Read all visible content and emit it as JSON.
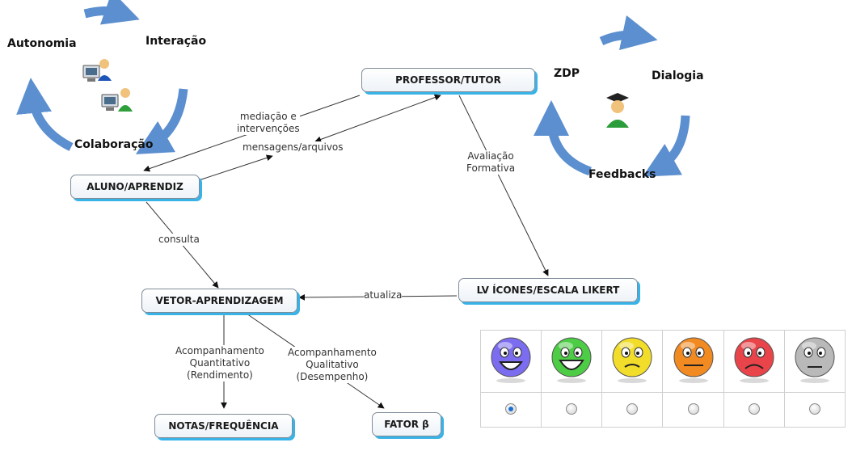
{
  "nodes": {
    "professor": "PROFESSOR/TUTOR",
    "aluno": "ALUNO/APRENDIZ",
    "vetor": "VETOR-APRENDIZAGEM",
    "lv": "LV ÍCONES/ESCALA LIKERT",
    "notas": "NOTAS/FREQUÊNCIA",
    "fator": "FATOR β"
  },
  "edge_labels": {
    "mediacao": "mediação e\nintervenções",
    "mensagens": "mensagens/arquivos",
    "avaliacao": "Avaliação\nFormativa",
    "consulta": "consulta",
    "atualiza": "atualiza",
    "quantitativo": "Acompanhamento\nQuantitativo\n(Rendimento)",
    "qualitativo": "Acompanhamento\nQualitativo\n(Desempenho)"
  },
  "left_cycle": {
    "top_left": "Autonomia",
    "top_right": "Interação",
    "bottom": "Colaboração"
  },
  "right_cycle": {
    "left": "ZDP",
    "right": "Dialogia",
    "bottom": "Feedbacks"
  },
  "colors": {
    "arrow_blue": "#5b8fcf",
    "node_shadow": "#38b3e8",
    "radio_selected": "#1c6fd1"
  },
  "likert": {
    "faces": [
      {
        "icon": "very-happy-purple-face-icon",
        "color": "#7b6cf0"
      },
      {
        "icon": "laughing-green-face-icon",
        "color": "#4dcc45"
      },
      {
        "icon": "dizzy-yellow-face-icon",
        "color": "#f2dd2a"
      },
      {
        "icon": "nervous-orange-face-icon",
        "color": "#f28a22"
      },
      {
        "icon": "angry-red-face-icon",
        "color": "#e8444a"
      },
      {
        "icon": "indifferent-gray-face-icon",
        "color": "#b9b9b9"
      }
    ],
    "selected_index": 0
  }
}
